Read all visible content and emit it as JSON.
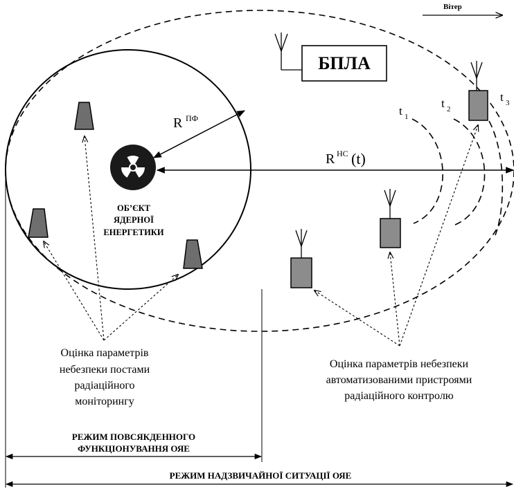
{
  "wind": {
    "label": "Вітер"
  },
  "uav": {
    "label": "БПЛА"
  },
  "facility": {
    "line1": "ОБ’ЄКТ",
    "line2": "ЯДЕРНОЇ",
    "line3": "ЕНЕРГЕТИКИ"
  },
  "radius_normal": {
    "base": "R",
    "sup": "ПФ"
  },
  "radius_emergency": {
    "base": "R",
    "sup": "НС",
    "arg": "(t)"
  },
  "time_marks": [
    {
      "base": "t",
      "sub": "1"
    },
    {
      "base": "t",
      "sub": "2"
    },
    {
      "base": "t",
      "sub": "3"
    }
  ],
  "caption_posts": {
    "line1": "Оцінка параметрів",
    "line2": "небезпеки постами",
    "line3": "радіаційного",
    "line4": "моніторингу"
  },
  "caption_devices": {
    "line1": "Оцінка параметрів небезпеки",
    "line2": "автоматизованими пристроями",
    "line3": "радіаційного контролю"
  },
  "mode_normal": {
    "line1": "РЕЖИМ ПОВСЯКДЕННОГО",
    "line2": "ФУНКЦІОНУВАННЯ ОЯЕ"
  },
  "mode_emergency": {
    "label": "РЕЖИМ НАДЗВИЧАЙНОЇ СИТУАЦІЇ ОЯЕ"
  },
  "colors": {
    "post_fill": "#6e6e6e",
    "device_fill": "#8c8c8c",
    "line": "#000000"
  }
}
